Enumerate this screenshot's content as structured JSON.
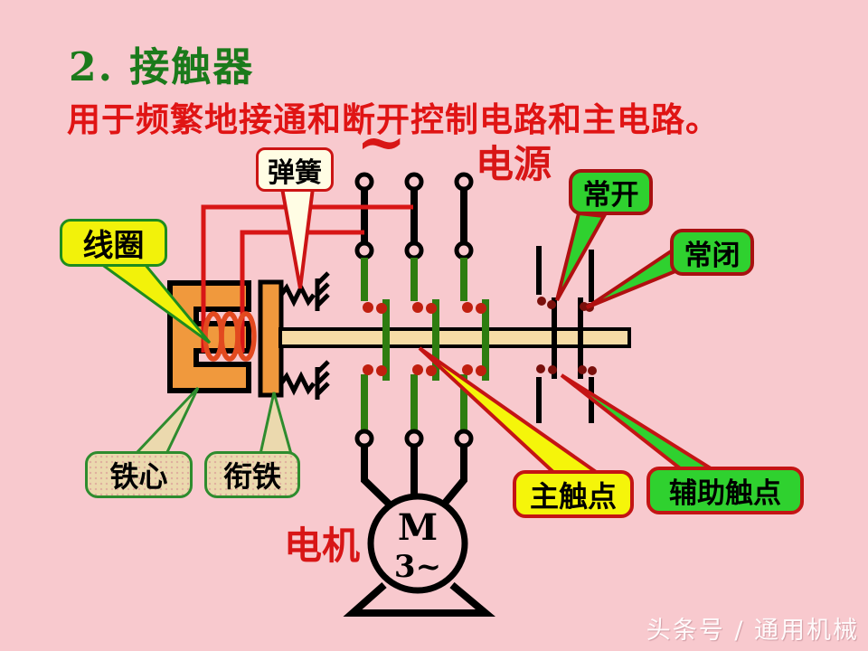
{
  "slide": {
    "title": "2. 接触器",
    "subtitle": "用于频繁地接通和断开控制电路和主电路。",
    "watermark": "头条号 / 通用机械"
  },
  "diagram": {
    "labels": {
      "spring": "弹簧",
      "coil": "线圈",
      "normally_open": "常开",
      "normally_closed": "常闭",
      "iron_core": "铁心",
      "armature": "衔铁",
      "main_contacts": "主触点",
      "auxiliary_contacts": "辅助触点",
      "power": "电源",
      "ac_symbol": "~",
      "motor": "电机",
      "motor_letter": "M",
      "motor_phases": "3~"
    },
    "colors": {
      "background": "#F8C9CE",
      "title_green": "#1B7A1B",
      "text_red": "#E01414",
      "wire_red": "#D81616",
      "coil_orange_red": "#E2491F",
      "core_orange": "#F0993D",
      "shaft_tan": "#F6DCA6",
      "conductor_green": "#2E7D10",
      "main_contact_tip": "#C01F0F",
      "aux_contact_tip": "#7A100C",
      "label_yellow": "#F2F20A",
      "label_bright_green": "#2FD12F",
      "label_cream": "#FFFDE4",
      "label_tan": "#EBD9AE",
      "border_green": "#1E8C1E",
      "border_red": "#CC1414",
      "border_dark_red": "#A81111",
      "line_black": "#000000"
    }
  }
}
